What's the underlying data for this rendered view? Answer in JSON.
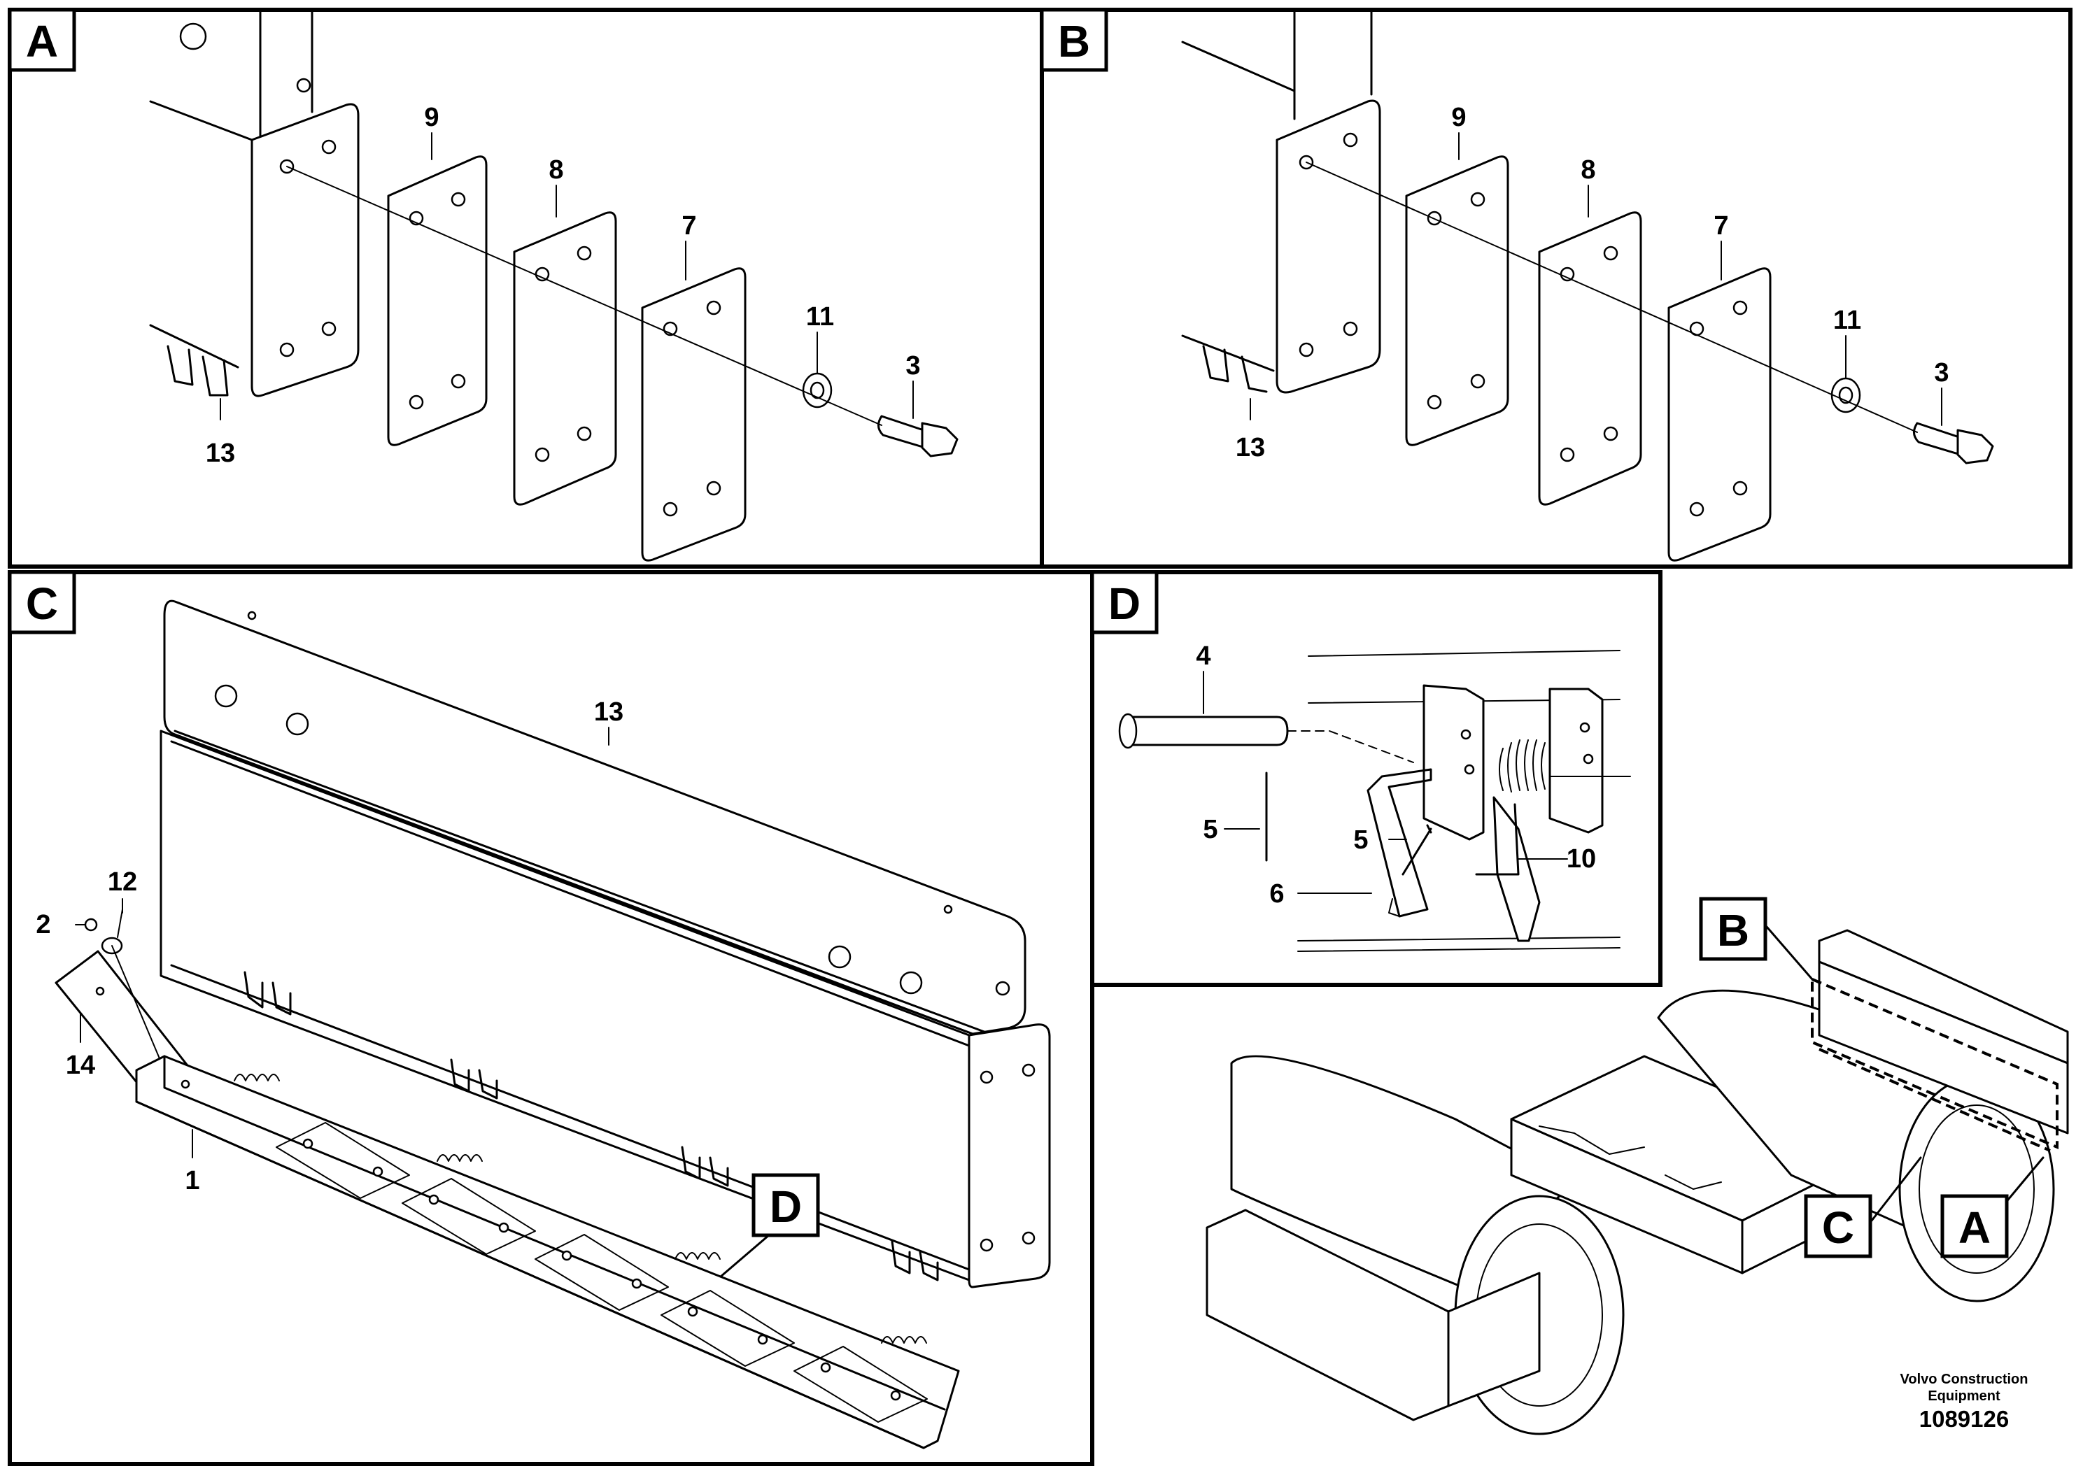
{
  "views": [
    {
      "id": "A",
      "label": "A"
    },
    {
      "id": "B",
      "label": "B"
    },
    {
      "id": "C",
      "label": "C"
    },
    {
      "id": "D",
      "label": "D"
    }
  ],
  "view_a_callouts": [
    "9",
    "8",
    "7",
    "11",
    "3",
    "13"
  ],
  "view_b_callouts": [
    "9",
    "8",
    "7",
    "11",
    "3",
    "13"
  ],
  "view_c_callouts": [
    "13",
    "12",
    "2",
    "14",
    "1"
  ],
  "view_c_detail_tag": "D",
  "view_d_callouts": [
    "4",
    "5",
    "5",
    "10",
    "6"
  ],
  "overview_tags": [
    "B",
    "C",
    "A"
  ],
  "footer": {
    "company_line1": "Volvo Construction",
    "company_line2": "Equipment",
    "drawing_number": "1089126"
  }
}
